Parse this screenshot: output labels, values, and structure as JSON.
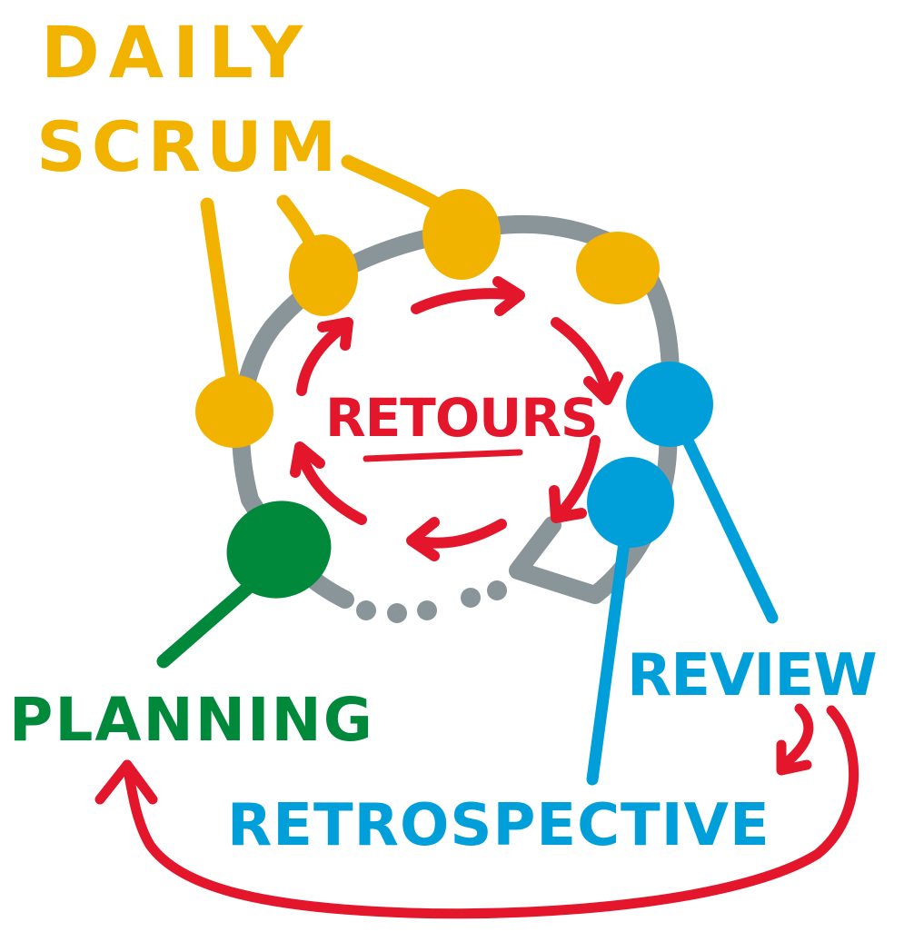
{
  "colors": {
    "daily": "#F2B300",
    "planning": "#00893A",
    "review": "#009FD9",
    "retours": "#E3162B",
    "cycle": "#8A9599",
    "background": "#FFFFFF"
  },
  "labels": {
    "daily_line1": "DAILY",
    "daily_line2": "SCRUM",
    "retours": "RETOURS",
    "review": "REVIEW",
    "planning": "PLANNING",
    "retrospective": "RETROSPECTIVE"
  }
}
